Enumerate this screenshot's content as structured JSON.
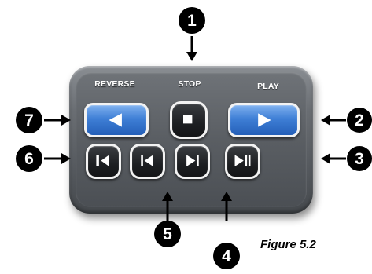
{
  "labels": {
    "reverse": "REVERSE",
    "stop": "STOP",
    "play": "PLAY"
  },
  "buttons": [
    {
      "id": "reverse",
      "icon": "triangle-left-icon",
      "style": "blue"
    },
    {
      "id": "stop",
      "icon": "square-stop-icon",
      "style": "dark"
    },
    {
      "id": "play",
      "icon": "triangle-right-icon",
      "style": "blue"
    },
    {
      "id": "skip-to-start",
      "icon": "skip-to-start-icon",
      "style": "dark"
    },
    {
      "id": "step-back",
      "icon": "step-back-icon",
      "style": "dark"
    },
    {
      "id": "step-forward",
      "icon": "step-forward-icon",
      "style": "dark"
    },
    {
      "id": "play-pause",
      "icon": "play-pause-icon",
      "style": "dark"
    }
  ],
  "callouts": [
    "1",
    "2",
    "3",
    "4",
    "5",
    "6",
    "7"
  ],
  "caption": "Figure 5.2",
  "colors": {
    "accent_blue": "#3f7fd6",
    "device_gray": "#5a5e63",
    "callout": "#000000"
  }
}
